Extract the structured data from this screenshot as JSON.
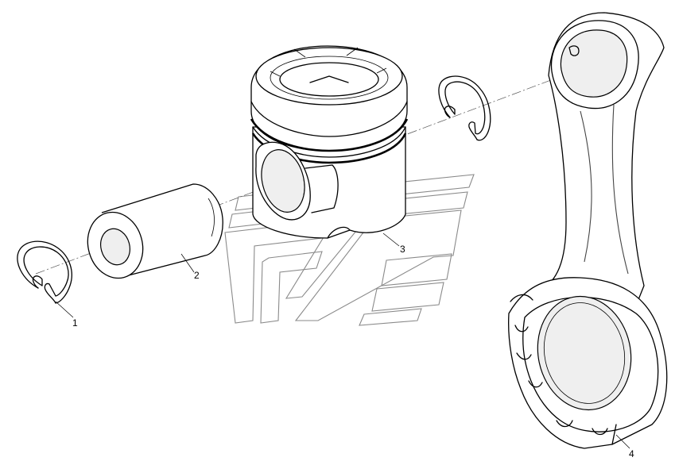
{
  "callouts": {
    "part_1": "1",
    "part_2": "2",
    "part_3": "3",
    "part_4": "4"
  },
  "colors": {
    "line": "#000000",
    "background": "#ffffff",
    "watermark": "#8a8a8a"
  }
}
